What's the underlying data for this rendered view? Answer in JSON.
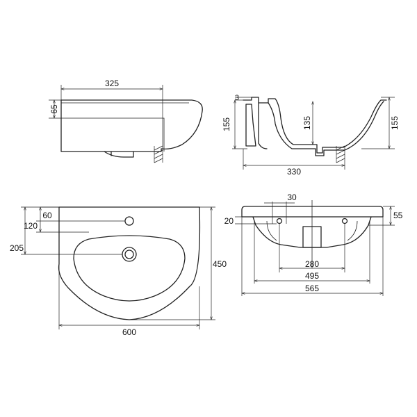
{
  "dimensions": {
    "side_view": {
      "depth": "325",
      "height_front": "65"
    },
    "section_view": {
      "top_step": "3",
      "height_left": "155",
      "height_inner": "135",
      "height_right": "155",
      "depth": "330"
    },
    "top_view": {
      "tap_hole_offset": "60",
      "tap_hole_depth": "120",
      "drain_depth": "205",
      "depth": "450",
      "width": "600"
    },
    "front_view": {
      "hole_dia": "30",
      "hole_offset": "20",
      "height": "55",
      "span_inner": "280",
      "span_mid": "495",
      "span_outer": "565"
    }
  },
  "colors": {
    "line": "#222222",
    "background": "#ffffff"
  }
}
